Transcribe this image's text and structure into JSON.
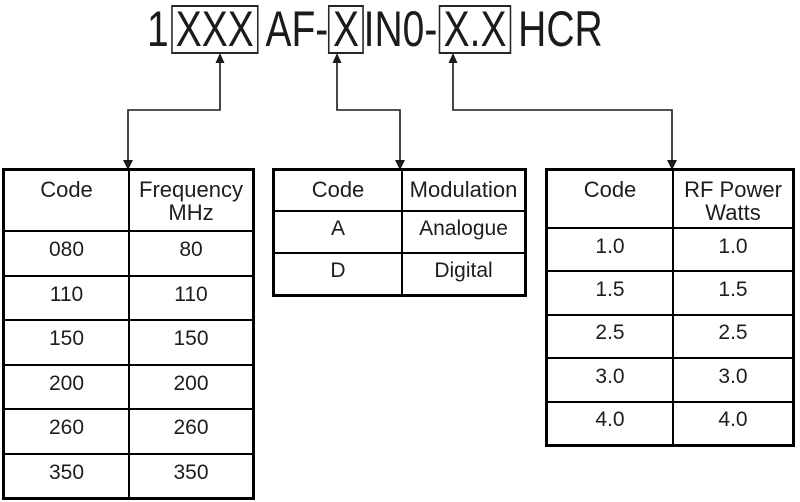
{
  "page": {
    "background_color": "#ffffff",
    "line_color": "#1a1a1a",
    "text_color": "#1d1d1d"
  },
  "title": {
    "part1": "1",
    "box_frequency": "XXX",
    "part2": "AF-",
    "box_modulation": "X",
    "part3": "IN0-",
    "box_power": "X.X",
    "part4": "HCR"
  },
  "tables": {
    "frequency": {
      "col1_header": "Code",
      "col2_header_line1": "Frequency",
      "col2_header_line2": "MHz",
      "rows": [
        {
          "code": "080",
          "value": "80"
        },
        {
          "code": "110",
          "value": "110"
        },
        {
          "code": "150",
          "value": "150"
        },
        {
          "code": "200",
          "value": "200"
        },
        {
          "code": "260",
          "value": "260"
        },
        {
          "code": "350",
          "value": "350"
        }
      ]
    },
    "modulation": {
      "col1_header": "Code",
      "col2_header_line1": "Modulation",
      "rows": [
        {
          "code": "A",
          "value": "Analogue"
        },
        {
          "code": "D",
          "value": "Digital"
        }
      ]
    },
    "rf_power": {
      "col1_header": "Code",
      "col2_header_line1": "RF Power",
      "col2_header_line2": "Watts",
      "rows": [
        {
          "code": "1.0",
          "value": "1.0"
        },
        {
          "code": "1.5",
          "value": "1.5"
        },
        {
          "code": "2.5",
          "value": "2.5"
        },
        {
          "code": "3.0",
          "value": "3.0"
        },
        {
          "code": "4.0",
          "value": "4.0"
        }
      ]
    }
  }
}
